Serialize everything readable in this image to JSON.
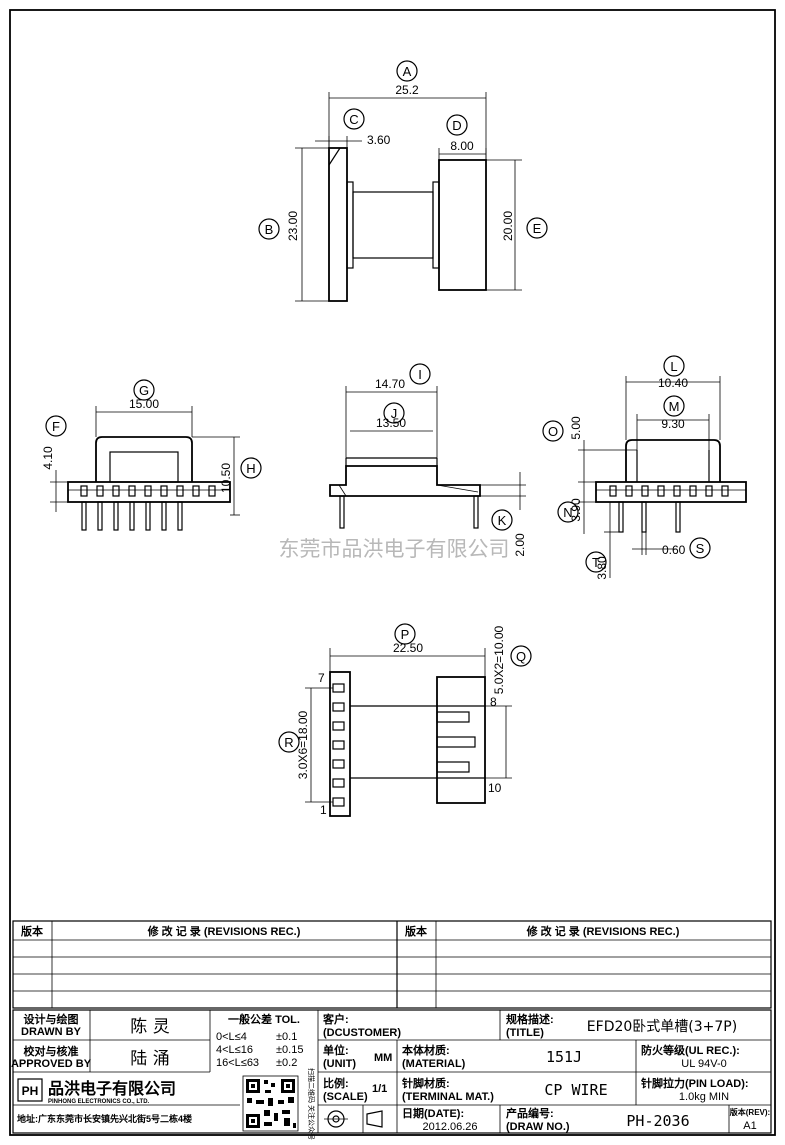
{
  "dimensions": {
    "A": "25.2",
    "B": "23.00",
    "C": "3.60",
    "D": "8.00",
    "E": "20.00",
    "F": "4.10",
    "G": "15.00",
    "H": "10.50",
    "I": "14.70",
    "J": "13.50",
    "K": "2.00",
    "L": "10.40",
    "M": "9.30",
    "N": "3.90",
    "O": "5.00",
    "P": "22.50",
    "Q": "5.0X2=10.00",
    "R": "3.0X6=18.00",
    "S": "0.60",
    "T": "3.80"
  },
  "pins": {
    "p1": "1",
    "p7": "7",
    "p8": "8",
    "p10": "10"
  },
  "watermark": "东莞市品洪电子有限公司",
  "revisions": {
    "ver_label": "版本",
    "rec_label": "修 改 记 录 (REVISIONS REC.)"
  },
  "title_block": {
    "designer_label_cn": "设计与绘图",
    "designer_label_en": "DRAWN BY",
    "designer": "陈 灵",
    "checker_label_cn": "校对与核准",
    "checker_label_en": "APPROVED BY",
    "checker": "陆 涌",
    "tol_label": "一般公差 TOL.",
    "tol": [
      {
        "range": "0<L≤4",
        "val": "±0.1"
      },
      {
        "range": "4<L≤16",
        "val": "±0.15"
      },
      {
        "range": "16<L≤63",
        "val": "±0.2"
      }
    ],
    "customer_label": "客户:",
    "customer_label_en": "(DCUSTOMER)",
    "title_label": "规格描述:",
    "title_label_en": "(TITLE)",
    "title": "EFD20卧式单槽(3+7P)",
    "unit_label": "单位:",
    "unit_label_en": "(UNIT)",
    "unit": "MM",
    "material_label": "本体材质:",
    "material_label_en": "(MATERIAL)",
    "material": "151J",
    "ul_label": "防火等级(UL REC.):",
    "ul": "UL 94V-0",
    "scale_label": "比例:",
    "scale_label_en": "(SCALE)",
    "scale": "1/1",
    "terminal_label": "针脚材质:",
    "terminal_label_en": "(TERMINAL MAT.)",
    "terminal": "CP WIRE",
    "pinload_label": "针脚拉力(PIN LOAD):",
    "pinload": "1.0kg MIN",
    "date_label": "日期(DATE):",
    "date": "2012.06.26",
    "drawno_label": "产品编号:",
    "drawno_label_en": "(DRAW NO.)",
    "drawno": "PH-2036",
    "rev_label": "版本(REV):",
    "rev": "A1",
    "company_cn": "品洪电子有限公司",
    "company_en": "PINHONG ELECTRONICS CO., LTD.",
    "address": "地址:广东东莞市长安镇先兴北街5号二栋4楼",
    "qr_caption": "扫描二维码 关注公众号"
  }
}
